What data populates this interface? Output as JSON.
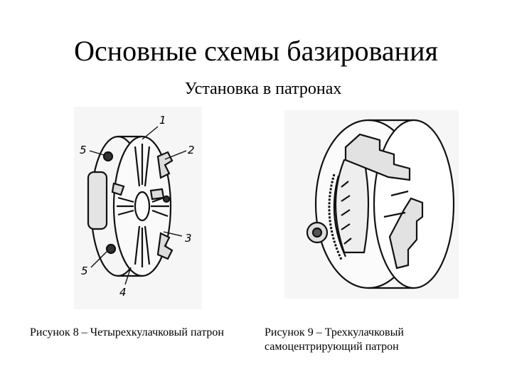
{
  "slide": {
    "title": "Основные схемы базирования",
    "subtitle": "Установка в патронах"
  },
  "figures": [
    {
      "caption": "Рисунок 8 – Четырехкулачковый патрон",
      "callouts": [
        "1",
        "2",
        "3",
        "4",
        "5",
        "5"
      ]
    },
    {
      "caption": "Рисунок 9 – Трехкулачковый самоцентрирующий патрон"
    }
  ],
  "colors": {
    "background": "#ffffff",
    "text": "#000000",
    "drawing": "#111111"
  }
}
